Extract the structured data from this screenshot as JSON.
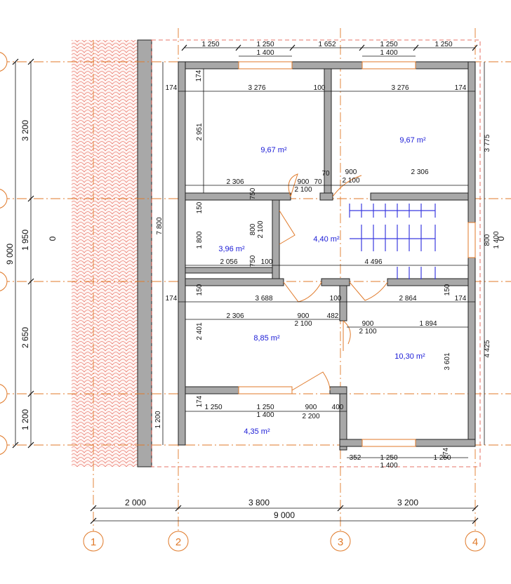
{
  "axes": {
    "columns": [
      "1",
      "2",
      "3",
      "4"
    ]
  },
  "top_dims": {
    "row1": [
      "1 250",
      "1 250",
      "1 652",
      "1 250",
      "1 250"
    ],
    "row2": [
      "1 400",
      "1 400"
    ]
  },
  "left_dims": [
    "3 200",
    "1 950",
    "2 650",
    "1 200"
  ],
  "left_total": "9 000",
  "north_label": "0",
  "bottom_dims": {
    "spans": [
      "2 000",
      "3 800",
      "3 200"
    ],
    "total": "9 000"
  },
  "inner_dims": {
    "room1_width": "3 276",
    "room2_width": "3 276",
    "wall_100": "100",
    "wall_174": "174",
    "room1_height": "2 951",
    "total_height": "7 800",
    "right_height_top": "3 775",
    "right_height_bottom": "4 425",
    "opening_900": "900",
    "height_2100": "2 100",
    "corridor_2306": "2 306",
    "mid_70": "70",
    "wall_150": "150",
    "bath_1800": "1 800",
    "door_800": "800",
    "wall_750": "750",
    "bath_2056": "2 056",
    "corridor_4496": "4 496",
    "window_800": "800",
    "window_1400": "1 400",
    "room3_3688": "3 688",
    "room4_2864": "2 864",
    "wall_482": "482",
    "room4_1894": "1 894",
    "room3_2401": "2 401",
    "room4_3601": "3 601",
    "bottom_1250": "1 250",
    "bottom_1400": "1 400",
    "bottom_2200": "2 200",
    "bottom_400": "400",
    "terrace_1200": "1 200",
    "bottom_352": "352",
    "bottom_174": "174"
  },
  "areas": {
    "room1": "9,67 m²",
    "room2": "9,67 m²",
    "bathroom": "3,96 m²",
    "hall": "4,40 m²",
    "room3": "8,85 m²",
    "room4": "10,30 m²",
    "terrace": "4,35 m²"
  },
  "colors": {
    "axis": "#e07a2a",
    "wall": "#a8a8a8",
    "area_text": "#1a1ad6",
    "hatch": "#e04a3a"
  }
}
